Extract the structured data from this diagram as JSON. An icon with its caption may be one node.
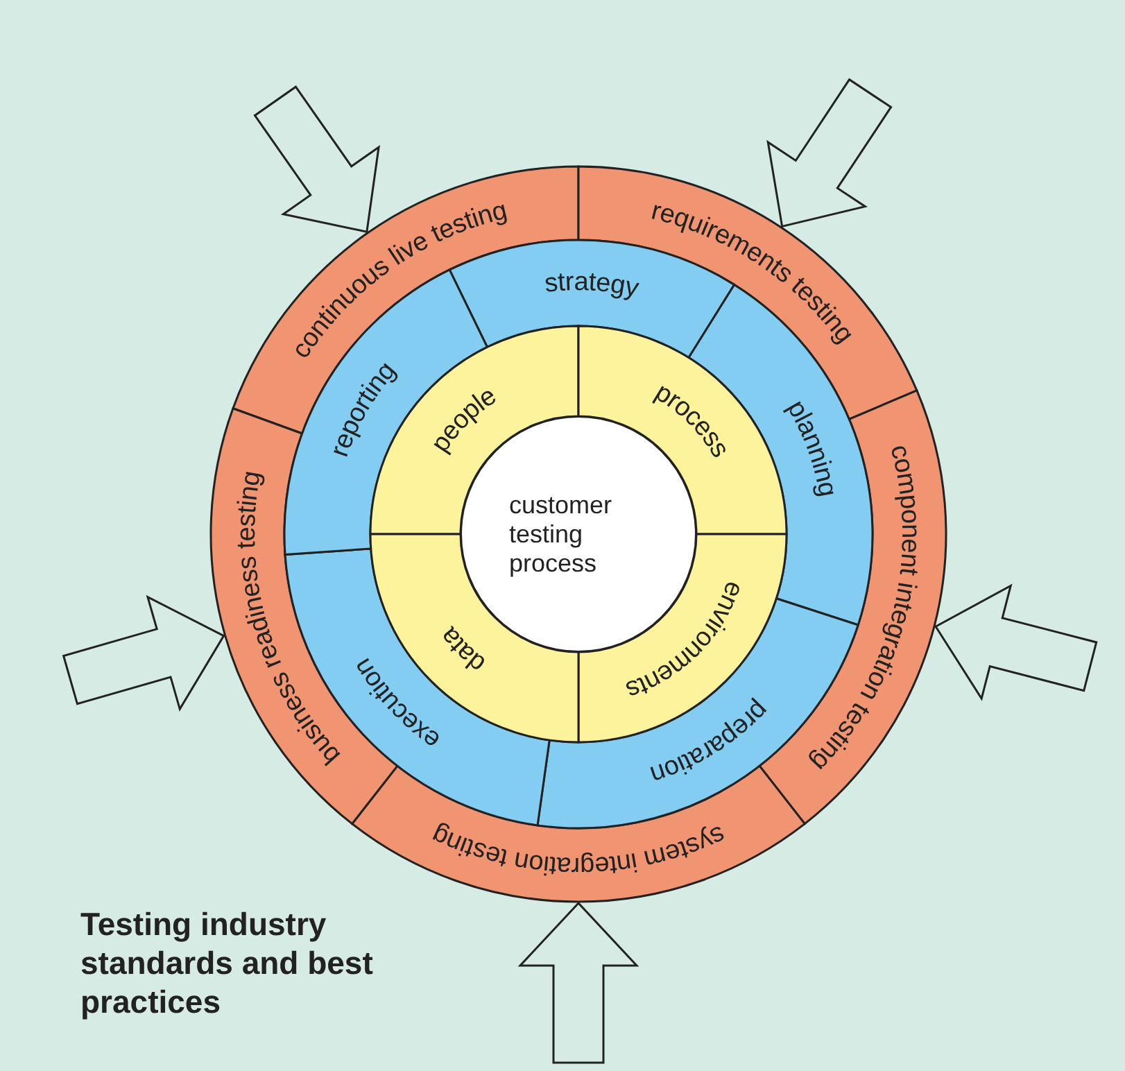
{
  "diagram": {
    "nodes": [
      {
        "text": [
          "continuous live testing"
        ]
      },
      {
        "text": [
          "requirements testing"
        ]
      },
      {
        "text": [
          "component integration testing"
        ]
      },
      {
        "text": [
          "system integration testing"
        ]
      },
      {
        "text": [
          "business readiness testing"
        ]
      },
      {
        "text": [
          "strategy"
        ]
      },
      {
        "text": [
          "planning"
        ]
      },
      {
        "text": [
          "preparation"
        ]
      },
      {
        "text": [
          "execution"
        ]
      },
      {
        "text": [
          "reporting"
        ]
      },
      {
        "text": [
          "people"
        ]
      },
      {
        "text": [
          "process"
        ]
      },
      {
        "text": [
          "environments"
        ]
      },
      {
        "text": [
          "data"
        ]
      },
      {
        "text": [
          "customer testing process"
        ]
      }
    ],
    "edges": [
      {
        "from": null,
        "to": 0,
        "arrow": "to"
      },
      {
        "from": null,
        "to": 1,
        "arrow": "to"
      },
      {
        "from": null,
        "to": 4,
        "arrow": "to"
      },
      {
        "from": null,
        "to": 2,
        "arrow": "to"
      },
      {
        "from": null,
        "to": 3,
        "arrow": "to"
      }
    ],
    "labels": [
      "Testing industry standards and best practices"
    ]
  }
}
